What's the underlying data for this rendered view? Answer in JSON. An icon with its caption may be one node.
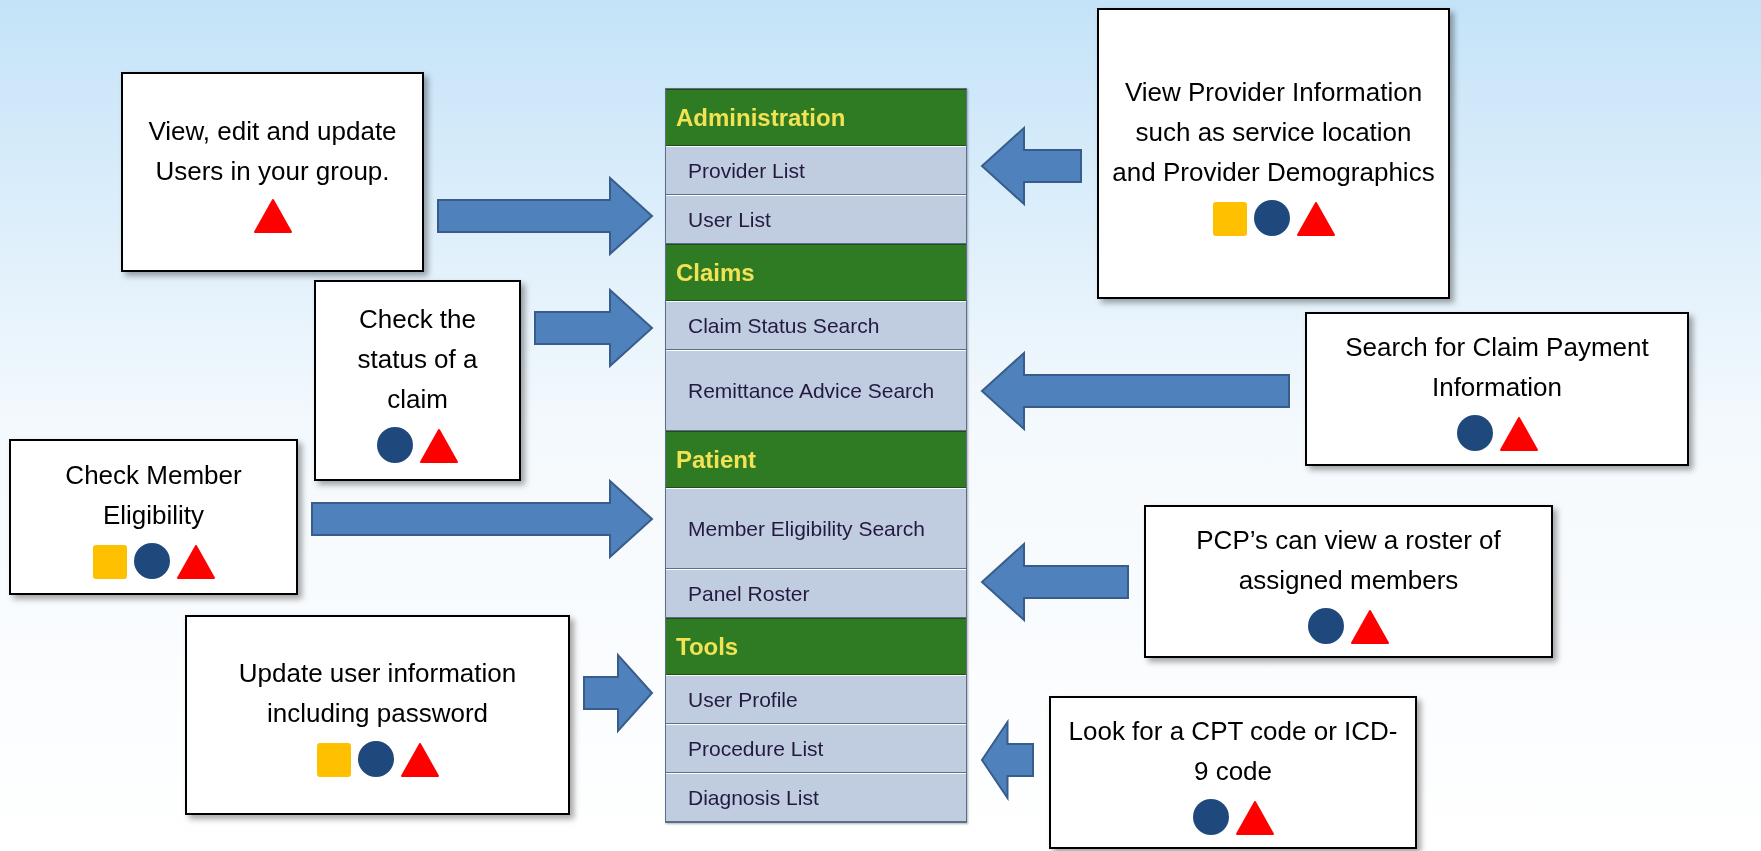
{
  "diagram": {
    "nodes": [
      {
        "text": [
          "View, edit and update Users in your group."
        ]
      },
      {
        "text": [],
        "shape": "triangle",
        "in": 0
      },
      {
        "text": [
          "View Provider Information such as service location and Provider Demographics"
        ]
      },
      {
        "text": [],
        "shape": "box",
        "in": 2
      },
      {
        "text": [],
        "shape": "circle",
        "in": 2
      },
      {
        "text": [],
        "shape": "triangle",
        "in": 2
      },
      {
        "text": [
          "Check the status of a claim"
        ]
      },
      {
        "text": [],
        "shape": "circle",
        "in": 6
      },
      {
        "text": [],
        "shape": "triangle",
        "in": 6
      },
      {
        "text": [
          "Search for Claim Payment Information"
        ]
      },
      {
        "text": [],
        "shape": "circle",
        "in": 9
      },
      {
        "text": [],
        "shape": "triangle",
        "in": 9
      },
      {
        "text": [
          "Check Member Eligibility"
        ]
      },
      {
        "text": [],
        "shape": "box",
        "in": 12
      },
      {
        "text": [],
        "shape": "circle",
        "in": 12
      },
      {
        "text": [],
        "shape": "triangle",
        "in": 12
      },
      {
        "text": [
          "PCP’s can view a roster of assigned members"
        ]
      },
      {
        "text": [],
        "shape": "circle",
        "in": 16
      },
      {
        "text": [],
        "shape": "triangle",
        "in": 16
      },
      {
        "text": [
          "Update user information including password"
        ]
      },
      {
        "text": [],
        "shape": "box",
        "in": 19
      },
      {
        "text": [],
        "shape": "circle",
        "in": 19
      },
      {
        "text": [],
        "shape": "triangle",
        "in": 19
      },
      {
        "text": [
          "Look for a CPT code or ICD-9 code"
        ]
      },
      {
        "text": [],
        "shape": "circle",
        "in": 23
      },
      {
        "text": [],
        "shape": "triangle",
        "in": 23
      },
      {
        "text": [
          "Administration"
        ]
      },
      {
        "text": [
          "Provider List"
        ]
      },
      {
        "text": [
          "User List"
        ]
      },
      {
        "text": [
          "Claims"
        ]
      },
      {
        "text": [
          "Claim Status Search"
        ]
      },
      {
        "text": [
          "Remittance Advice Search"
        ]
      },
      {
        "text": [
          "Patient"
        ]
      },
      {
        "text": [
          "Member Eligibility Search"
        ]
      },
      {
        "text": [
          "Panel Roster"
        ]
      },
      {
        "text": [
          "Tools"
        ]
      },
      {
        "text": [
          "User Profile"
        ]
      },
      {
        "text": [
          "Procedure List"
        ]
      },
      {
        "text": [
          "Diagnosis List"
        ]
      }
    ],
    "edges": [
      {
        "from": 0,
        "to": 28,
        "arrow": "to",
        "style": "thick"
      },
      {
        "from": 2,
        "to": 27,
        "arrow": "to",
        "style": "thick"
      },
      {
        "from": 6,
        "to": 30,
        "arrow": "to",
        "style": "thick"
      },
      {
        "from": 9,
        "to": 31,
        "arrow": "to",
        "style": "thick"
      },
      {
        "from": 12,
        "to": 33,
        "arrow": "to",
        "style": "thick"
      },
      {
        "from": 16,
        "to": 34,
        "arrow": "to",
        "style": "thick"
      },
      {
        "from": 19,
        "to": 36,
        "arrow": "to",
        "style": "thick"
      },
      {
        "from": 23,
        "to": 37,
        "arrow": "to",
        "style": "thick"
      }
    ]
  }
}
